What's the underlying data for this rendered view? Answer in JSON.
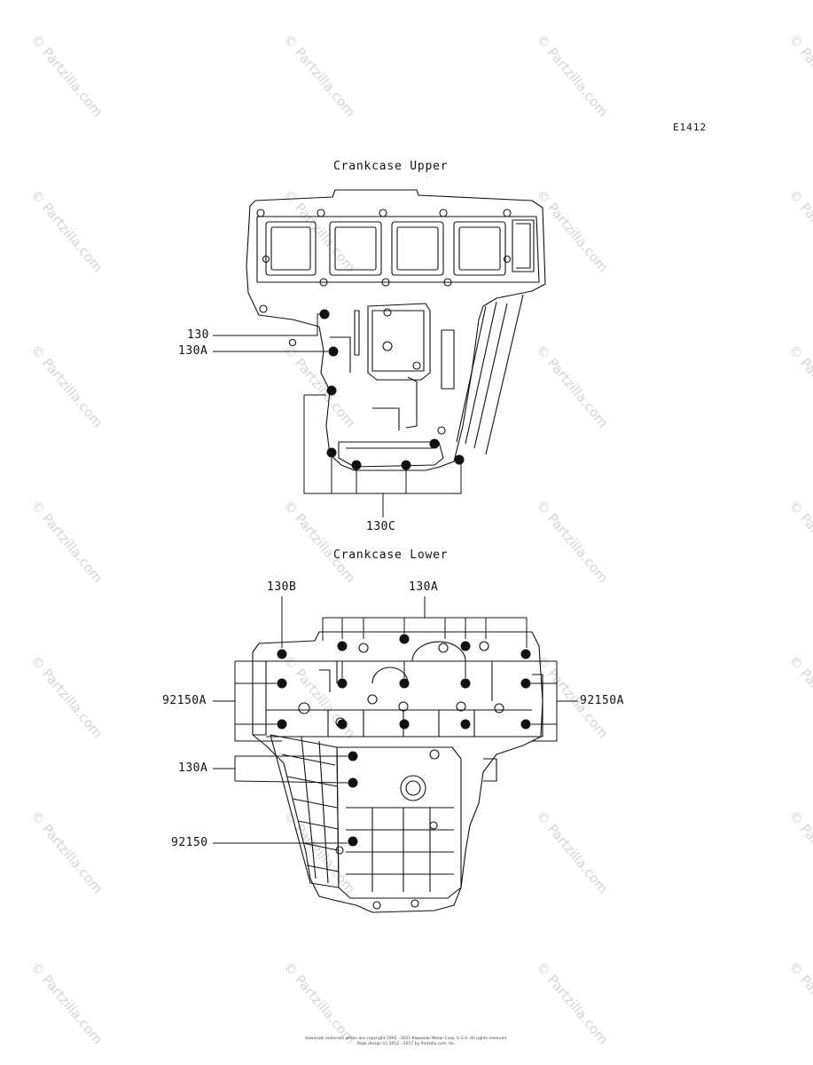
{
  "diagram_code": "E1412",
  "sections": {
    "upper": {
      "title": "Crankcase Upper",
      "callouts": [
        "130",
        "130A",
        "130C"
      ]
    },
    "lower": {
      "title": "Crankcase Lower",
      "callouts": [
        "130B",
        "130A",
        "92150A",
        "92150A",
        "130A",
        "92150"
      ]
    }
  },
  "watermark": "© Partzilla.com",
  "footer": {
    "line1": "Kawasaki materials within are copyright 1995 - 2011 Kawasaki Motor Corp. U.S.A. All rights reserved.",
    "line2": "Page design (c) 2012 - 2017 by Partzilla.com, Inc."
  }
}
